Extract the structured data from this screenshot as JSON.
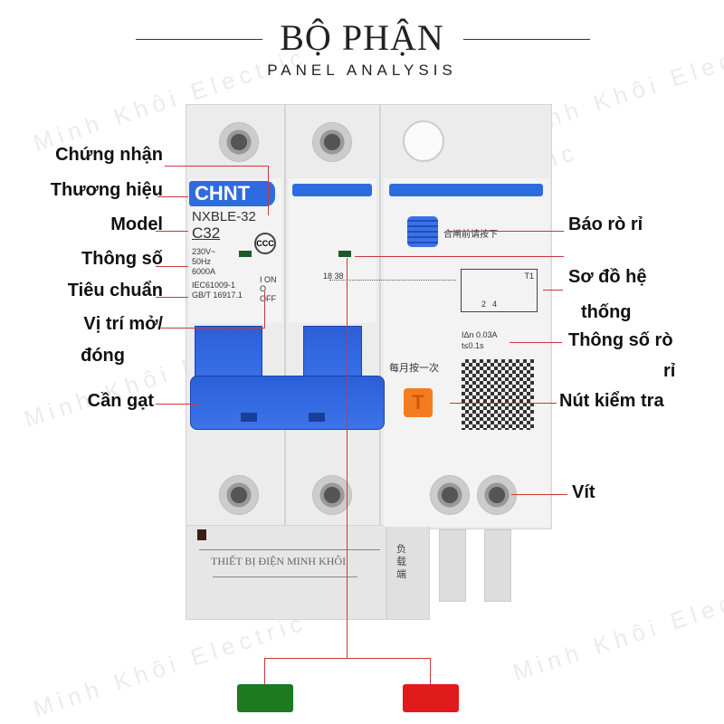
{
  "header": {
    "title": "BỘ PHẬN",
    "subtitle": "PANEL ANALYSIS"
  },
  "watermark": "Minh Khôi Electric",
  "device": {
    "brand": "CHNT",
    "model": "NXBLE-32",
    "rating": "C32",
    "specs": [
      "230V~",
      "50Hz",
      "6000A"
    ],
    "standards": [
      "IEC61009-1",
      "GB/T 16917.1"
    ],
    "on_label": "I ON",
    "off_label": "O OFF",
    "pole_labels": "18 38",
    "press_before_close": "合闸前请按下",
    "leak_current": "IΔn 0.03A",
    "trip_time": "t≤0.1s",
    "monthly_test": "每月按一次",
    "test_button": "T",
    "load_side": "负载端",
    "footer_text": "THIẾT BỊ ĐIỆN MINH KHÔI",
    "schematic_labels": [
      "T1",
      "2",
      "4"
    ]
  },
  "labels_left": [
    "Chứng nhận",
    "Thương hiệu",
    "Model",
    "Thông số",
    "Tiêu chuẩn",
    "Vị trí mở/",
    "đóng",
    "Cần gạt"
  ],
  "labels_right": [
    "Báo rò rỉ",
    "Sơ đồ hệ",
    "thống",
    "Thông số rò",
    "rỉ",
    "Nút kiểm tra",
    "Vít"
  ],
  "colors": {
    "accent_line": "#c8383d",
    "green_box": "#1e7a1e",
    "red_box": "#e01b1b",
    "device_blue": "#2e6be0"
  }
}
